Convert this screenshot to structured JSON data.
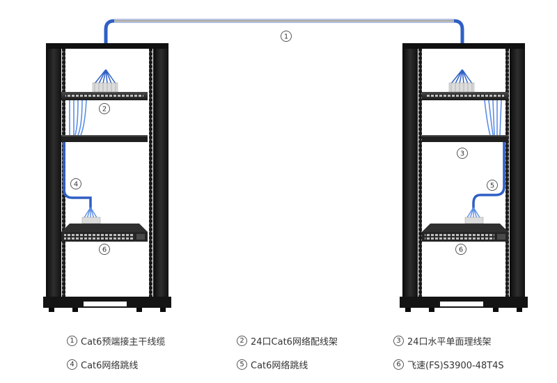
{
  "callouts": [
    "1",
    "2",
    "3",
    "4",
    "5",
    "6"
  ],
  "legend": [
    {
      "num": "1",
      "text": "Cat6预端接主干线缆"
    },
    {
      "num": "2",
      "text": "24口Cat6网络配线架"
    },
    {
      "num": "3",
      "text": "24口水平单面理线架"
    },
    {
      "num": "4",
      "text": "Cat6网络跳线"
    },
    {
      "num": "5",
      "text": "Cat6网络跳线"
    },
    {
      "num": "6",
      "text": "飞速(FS)S3900-48T4S"
    }
  ],
  "colors": {
    "rack": "#1f1f1f",
    "rack_dark": "#0d0d0d",
    "cable": "#2f5fc4",
    "cable_light": "#5b8ee6",
    "trunk_sheath": "#c9c9c9",
    "device": "#2a2a2a"
  }
}
